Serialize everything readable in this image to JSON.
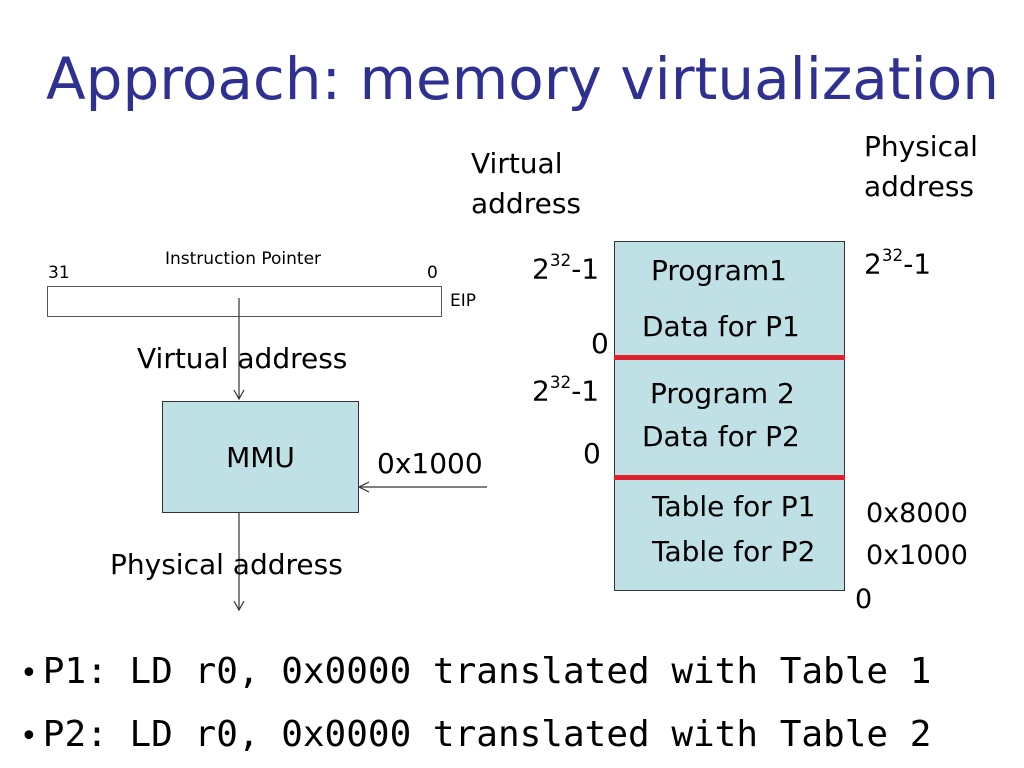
{
  "title": "Approach: memory virtualization",
  "cpu": {
    "bit_high": "31",
    "register_name": "Instruction Pointer",
    "bit_low": "0",
    "register_label": "EIP",
    "virtual_label": "Virtual address",
    "mmu_label": "MMU",
    "mmu_input": "0x1000",
    "physical_label": "Physical address"
  },
  "memory": {
    "virtual_header_line1": "Virtual",
    "virtual_header_line2": "address",
    "physical_header_line1": "Physical",
    "physical_header_line2": "address",
    "virt_top1_base": "2",
    "virt_top1_exp": "32",
    "virt_top1_suffix": "-1",
    "virt_zero1": "0",
    "virt_top2_base": "2",
    "virt_top2_exp": "32",
    "virt_top2_suffix": "-1",
    "virt_zero2": "0",
    "phys_top_base": "2",
    "phys_top_exp": "32",
    "phys_top_suffix": "-1",
    "phys_addr1": "0x8000",
    "phys_addr2": "0x1000",
    "phys_zero": "0",
    "segments": [
      "Program1",
      "Data for P1",
      "Program 2",
      "Data for P2",
      "Table for P1",
      "Table for P2"
    ],
    "separator_color": "#E0202B",
    "box_color": "#BFE0E5"
  },
  "bullets": [
    "P1: LD r0, 0x0000 translated with Table 1",
    "P2: LD r0, 0x0000 translated with Table 2"
  ],
  "colors": {
    "title": "#2E3192"
  }
}
